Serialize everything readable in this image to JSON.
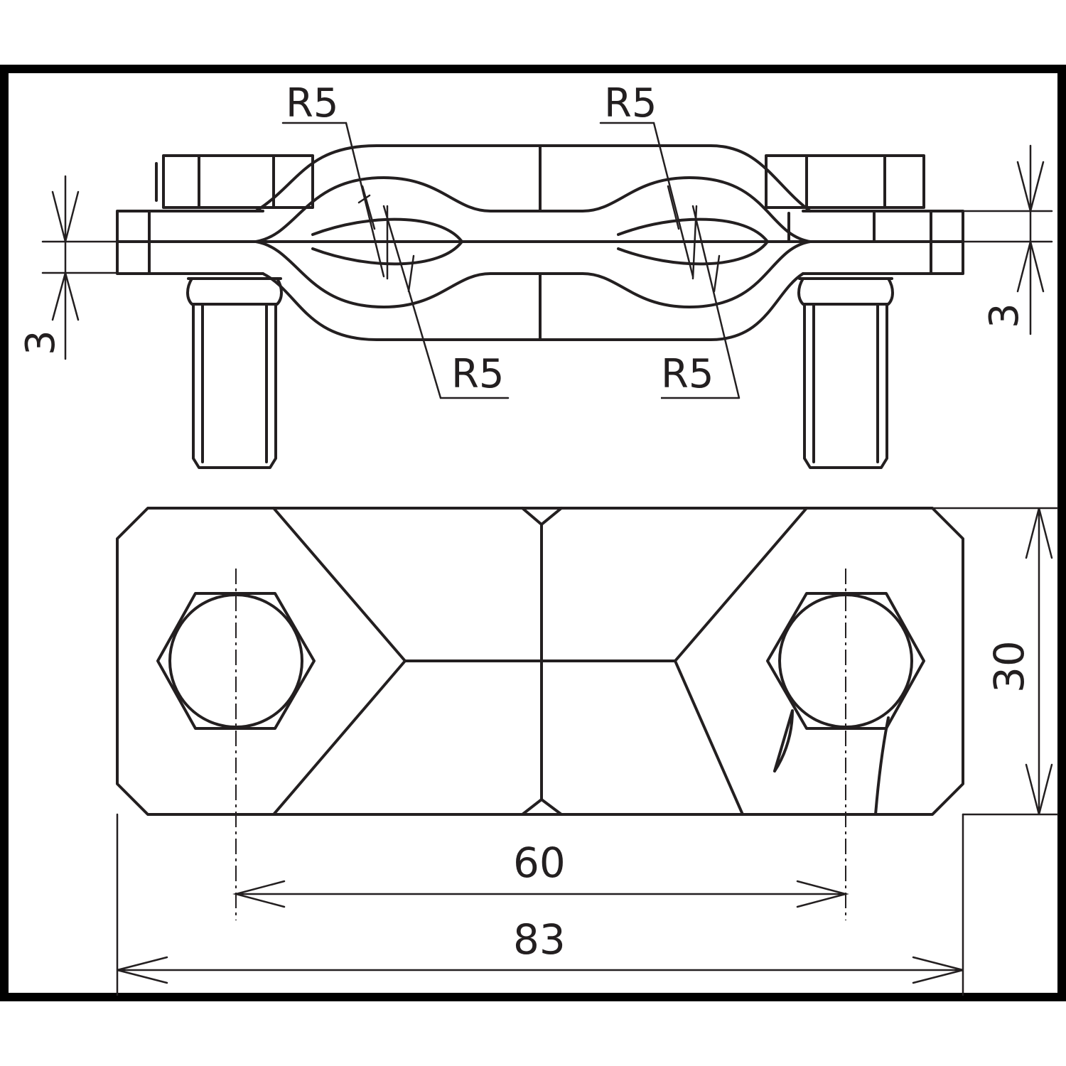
{
  "colors": {
    "line": "#231f20",
    "frame": "#000000",
    "background": "#ffffff"
  },
  "labels": {
    "radius_top_left": "R5",
    "radius_top_right": "R5",
    "radius_bottom_left": "R5",
    "radius_bottom_right": "R5",
    "thickness_left": "3",
    "thickness_right": "3",
    "hole_spacing": "60",
    "overall_length": "83",
    "overall_width": "30"
  }
}
